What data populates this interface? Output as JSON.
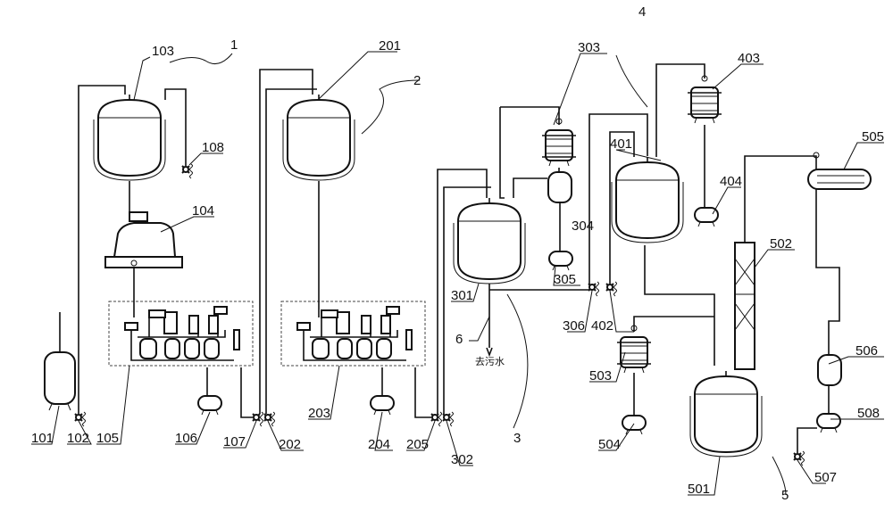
{
  "labels": {
    "n1": "1",
    "n2": "2",
    "n3": "3",
    "n4": "4",
    "n5": "5",
    "n6": "6",
    "n101": "101",
    "n102": "102",
    "n103": "103",
    "n104": "104",
    "n105": "105",
    "n106": "106",
    "n107": "107",
    "n108": "108",
    "n201": "201",
    "n202": "202",
    "n203": "203",
    "n204": "204",
    "n205": "205",
    "n301": "301",
    "n302": "302",
    "n303": "303",
    "n304": "304",
    "n305": "305",
    "n306": "306",
    "n401": "401",
    "n402": "402",
    "n403": "403",
    "n404": "404",
    "n501": "501",
    "n502": "502",
    "n503": "503",
    "n504": "504",
    "n505": "505",
    "n506": "506",
    "n507": "507",
    "n508": "508"
  },
  "annotations": {
    "wastewater": "去污水"
  },
  "colors": {
    "line": "#111111",
    "background": "#ffffff"
  }
}
